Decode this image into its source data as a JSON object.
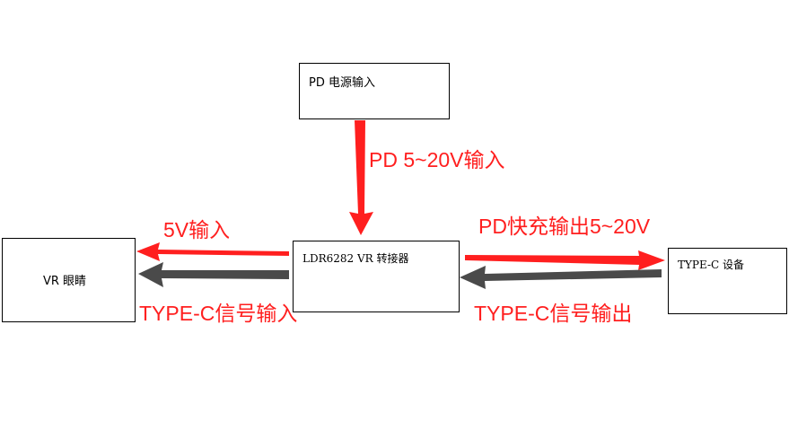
{
  "boxes": {
    "pd_source": "PD 电源输入",
    "vr_glasses": "VR 眼睛",
    "converter": "LDR6282  VR 转接器",
    "typec_device": "TYPE-C 设备"
  },
  "edges": {
    "pd_input": "PD 5~20V输入",
    "vr_power": "5V输入",
    "vr_signal": "TYPE-C信号输入",
    "device_power": "PD快充输出5~20V",
    "device_signal": "TYPE-C信号输出"
  },
  "colors": {
    "power_arrow": "#ff1f1f",
    "signal_arrow": "#4a4a4a",
    "label_text": "#ff1f1f"
  }
}
